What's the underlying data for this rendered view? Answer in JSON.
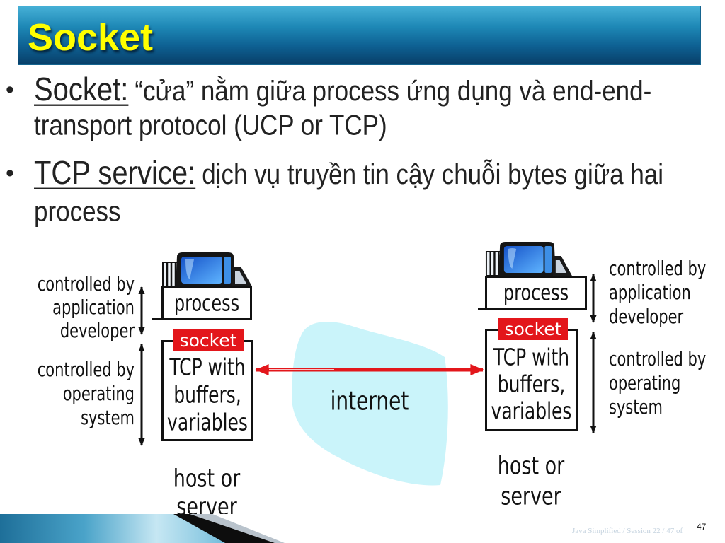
{
  "slide": {
    "title": "Socket",
    "page_number": "47",
    "footer_text": "Java Simplified / Session 22 / 47 of"
  },
  "bullet_glyph": "•",
  "bullets": [
    {
      "term": "Socket:",
      "lines": [
        "“cửa” nằm giữa process ứng dụng và end-end-",
        "transport protocol (UCP or TCP)"
      ]
    },
    {
      "term": "TCP service:",
      "lines": [
        "dịch vụ truyền tin cậy chuỗi bytes giữa hai",
        "process"
      ]
    }
  ],
  "diagram": {
    "left_host": {
      "icon": "desktop-computer-icon",
      "process": "process",
      "socket": "socket",
      "tcp": [
        "TCP with",
        "buffers,",
        "variables"
      ],
      "app_control": [
        "controlled by",
        "application",
        "developer"
      ],
      "os_control": [
        "controlled by",
        "operating",
        "system"
      ],
      "host": [
        "host or",
        "server"
      ]
    },
    "right_host": {
      "icon": "desktop-computer-icon",
      "process": "process",
      "socket": "socket",
      "tcp": [
        "TCP with",
        "buffers,",
        "variables"
      ],
      "app_control": [
        "controlled by",
        "application",
        "developer"
      ],
      "os_control": [
        "controlled by",
        "operating",
        "system"
      ],
      "host": [
        "host or",
        "server"
      ]
    },
    "network": "internet"
  },
  "colors": {
    "title": "#ffff00",
    "banner_top": "#46b0d6",
    "banner_bottom": "#083f69",
    "socket_label": "#e3161b",
    "cloud": "#caf4fa",
    "link_arrow": "#e3161b",
    "text": "#222222"
  }
}
